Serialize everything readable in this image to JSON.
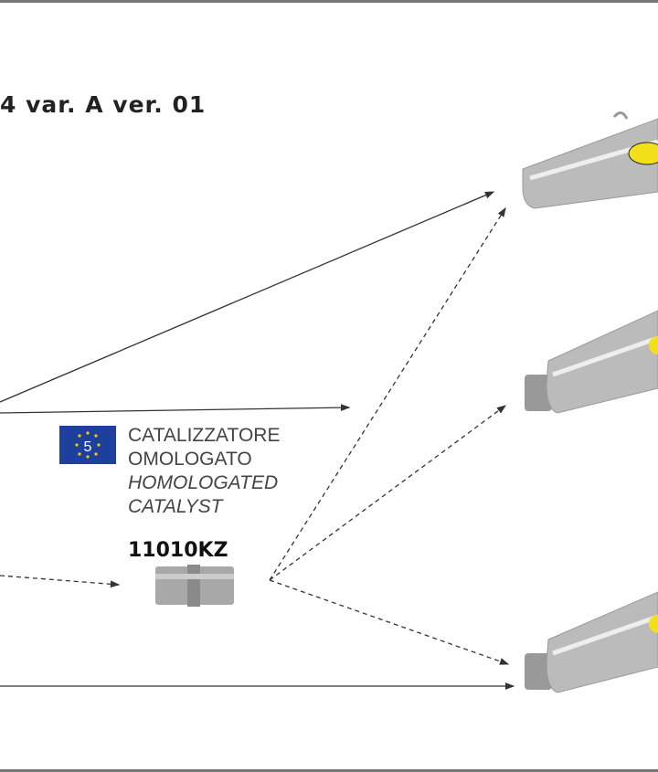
{
  "title": "4 var. A ver. 01",
  "catalyst": {
    "line1": "CATALIZZATORE",
    "line2": "OMOLOGATO",
    "line3": "HOMOLOGATED",
    "line4": "CATALYST",
    "code": "11010KZ",
    "euro_class": "5"
  },
  "colors": {
    "flag": "#1d3f9e",
    "star": "#f5d000",
    "logo": "#f2e01a",
    "metal": "#b8b8b8"
  }
}
